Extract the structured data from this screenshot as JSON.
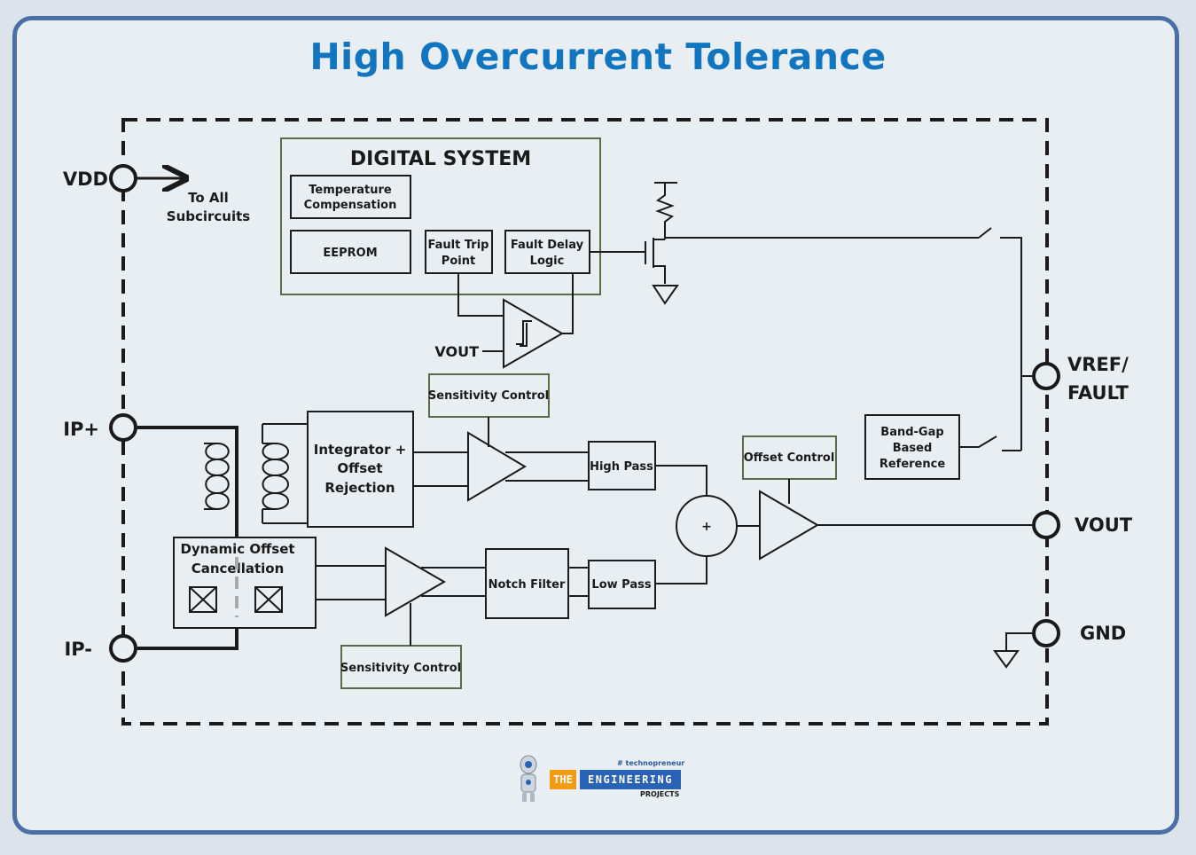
{
  "title": "High Overcurrent Tolerance",
  "pins": {
    "vdd": "VDD",
    "ip_plus": "IP+",
    "ip_minus": "IP-",
    "vref_line1": "VREF/",
    "vref_line2": "FAULT",
    "vout": "VOUT",
    "gnd": "GND"
  },
  "to_all": {
    "line1": "To All",
    "line2": "Subcircuits"
  },
  "digital_system": {
    "title": "DIGITAL SYSTEM",
    "temp_line1": "Temperature",
    "temp_line2": "Compensation",
    "eeprom": "EEPROM",
    "fault_trip_line1": "Fault Trip",
    "fault_trip_line2": "Point",
    "fault_delay_line1": "Fault Delay",
    "fault_delay_line2": "Logic"
  },
  "comparator_input": "VOUT",
  "blocks": {
    "sensitivity_top": "Sensitivity Control",
    "sensitivity_bottom": "Sensitivity Control",
    "integrator_line1": "Integrator +",
    "integrator_line2": "Offset",
    "integrator_line3": "Rejection",
    "high_pass": "High Pass",
    "low_pass": "Low Pass",
    "notch_filter": "Notch Filter",
    "offset_control": "Offset Control",
    "bandgap_line1": "Band-Gap",
    "bandgap_line2": "Based",
    "bandgap_line3": "Reference",
    "dyn_offset_line1": "Dynamic Offset",
    "dyn_offset_line2": "Cancellation",
    "summer": "+"
  },
  "logo": {
    "tagline": "# technopreneur",
    "the": "THE",
    "engineering": "ENGINEERING",
    "projects": "PROJECTS"
  },
  "colors": {
    "title": "#1275c0",
    "frame_border": "#4a6fa5",
    "digital_border": "#5a6b4a"
  }
}
